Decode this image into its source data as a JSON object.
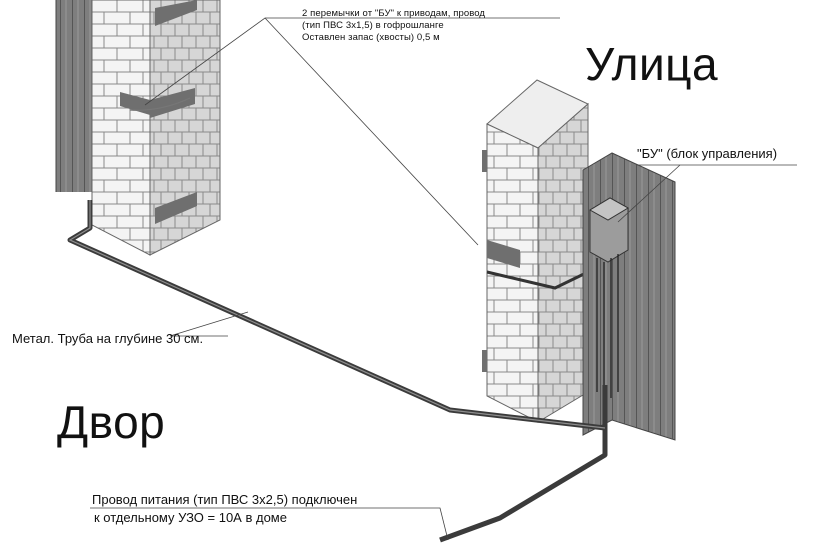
{
  "labels": {
    "jumpers_line1": "2 перемычки от \"БУ\" к приводам, провод",
    "jumpers_line2": "(тип ПВС 3х1,5) в гофрошланге",
    "jumpers_line3": "Оставлен запас (хвосты) 0,5 м",
    "street": "Улица",
    "control_unit": "\"БУ\" (блок управления)",
    "pipe": "Метал. Труба на глубине 30 см.",
    "yard": "Двор",
    "power_line1": "Провод питания (тип ПВС 3х2,5) подключен",
    "power_line2": "к отдельному УЗО = 10А в доме"
  }
}
